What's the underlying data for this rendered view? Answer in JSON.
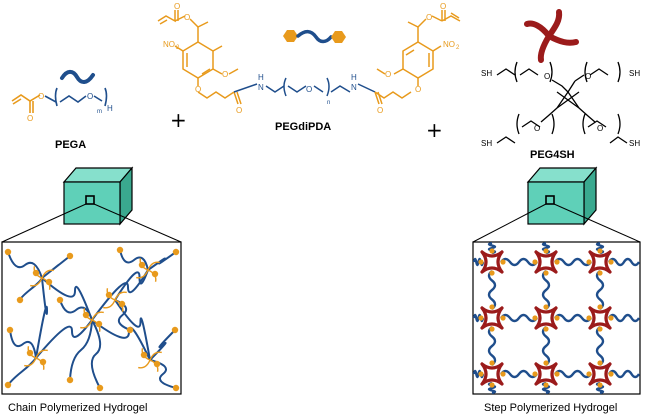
{
  "labels": {
    "pega": "PEGA",
    "pegdipda": "PEGdiPDA",
    "peg4sh": "PEG4SH",
    "plus": "+"
  },
  "captions": {
    "chain": "Chain Polymerized Hydrogel",
    "step": "Step Polymerized Hydrogel"
  },
  "atoms": {
    "oxygen": "O",
    "nitro": "NO",
    "nitro_sub": "2",
    "amine": "N",
    "amine_h": "H",
    "thiol": "SH",
    "hydrogen": "H",
    "sub_m": "m",
    "sub_n": "n"
  },
  "colors": {
    "peg_blue": "#1f4e8c",
    "photo_orange": "#e89a1c",
    "thiol_red": "#9b1b1b",
    "cube_face": "#5fd0b8",
    "cube_top": "#86e0cc",
    "cube_side": "#3aa98f"
  },
  "icons": [
    "peg-chain-icon",
    "pegdipda-icon",
    "peg4sh-star-icon",
    "hydrogel-cube-icon"
  ]
}
